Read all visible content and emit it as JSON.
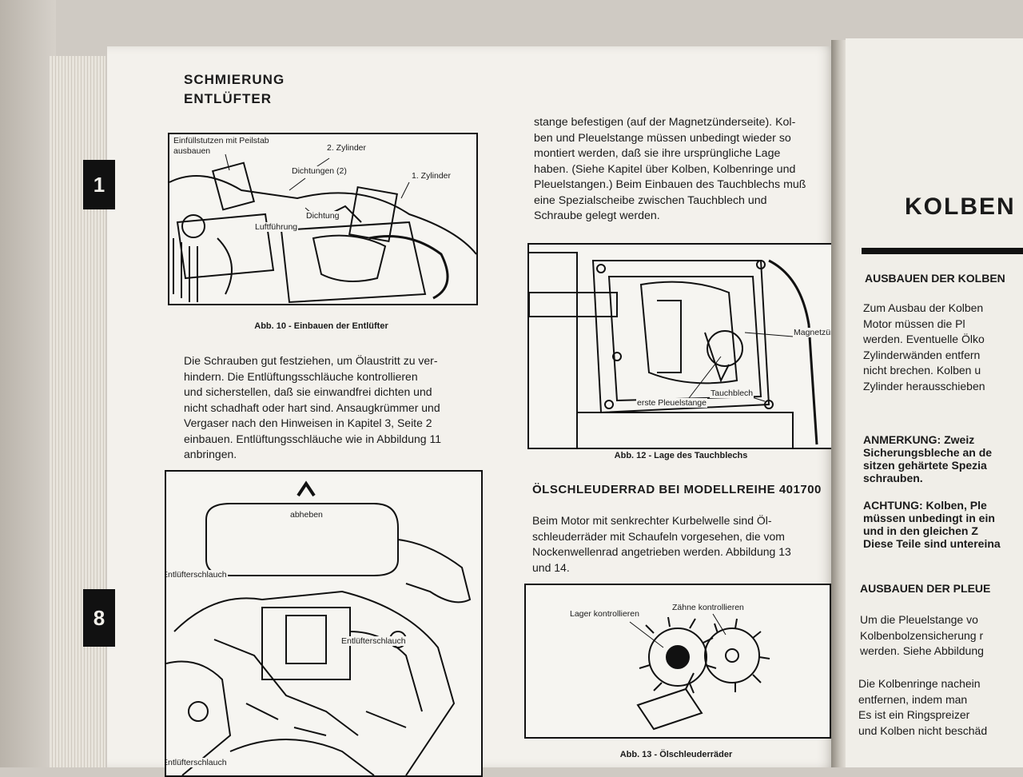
{
  "tabs": {
    "top": "1",
    "bottom": "8"
  },
  "left_column": {
    "heading_line1": "SCHMIERUNG",
    "heading_line2": "ENTLÜFTER",
    "fig10": {
      "labels": [
        "Einfüllstutzen mit Peilstab",
        "ausbauen",
        "2. Zylinder",
        "Dichtungen (2)",
        "1. Zylinder",
        "Dichtung",
        "Luftführung"
      ],
      "caption": "Abb. 10 - Einbauen der Entlüfter"
    },
    "paragraph": [
      "Die Schrauben gut festziehen, um Ölaustritt zu ver-",
      "hindern. Die Entlüftungsschläuche kontrollieren",
      "und sicherstellen, daß sie einwandfrei dichten und",
      "nicht schadhaft oder hart sind. Ansaugkrümmer und",
      "Vergaser nach den Hinweisen in Kapitel 3, Seite 2",
      "einbauen. Entlüftungsschläuche wie in Abbildung 11",
      "anbringen."
    ],
    "fig11": {
      "labels": [
        "abheben",
        "Entlüfterschlauch",
        "Entlüfterschlauch",
        "Entlüfterschlauch"
      ]
    }
  },
  "right_column": {
    "paragraph": [
      "stange befestigen (auf der Magnetzünderseite). Kol-",
      "ben und Pleuelstange müssen unbedingt wieder so",
      "montiert werden, daß sie ihre ursprüngliche Lage",
      "haben. (Siehe Kapitel über Kolben, Kolbenringe und",
      "Pleuelstangen.) Beim Einbauen des Tauchblechs muß",
      "eine Spezialscheibe zwischen Tauchblech und",
      "Schraube gelegt werden."
    ],
    "fig12": {
      "labels": [
        "Magnetzünderseite",
        "Tauchblech",
        "erste Pleuelstange"
      ],
      "caption": "Abb. 12 - Lage des Tauchblechs"
    },
    "subheading": "ÖLSCHLEUDERRAD BEI MODELLREIHE 401700",
    "paragraph2": [
      "Beim Motor mit senkrechter Kurbelwelle sind Öl-",
      "schleuderräder mit Schaufeln vorgesehen, die vom",
      "Nockenwellenrad angetrieben werden. Abbildung 13",
      "und 14."
    ],
    "fig13": {
      "labels": [
        "Zähne kontrollieren",
        "Lager kontrollieren"
      ],
      "caption": "Abb. 13 - Ölschleuderräder"
    }
  },
  "next_page": {
    "title": "KOLBEN",
    "section1": "AUSBAUEN DER KOLBEN",
    "text1": [
      "Zum Ausbau der Kolben",
      "Motor müssen die Pl",
      "werden. Eventuelle Ölko",
      "Zylinderwänden entfern",
      "nicht brechen. Kolben u",
      "Zylinder herausschieben"
    ],
    "note": [
      "ANMERKUNG: Zweiz",
      "Sicherungsbleche an de",
      "sitzen gehärtete Spezia",
      "schrauben."
    ],
    "warning": [
      "ACHTUNG: Kolben, Ple",
      "müssen unbedingt in ein",
      "und in den gleichen Z",
      "Diese Teile sind untereina"
    ],
    "section2": "AUSBAUEN DER PLEUE",
    "text2": [
      "Um die Pleuelstange vo",
      "Kolbenbolzensicherung r",
      "werden. Siehe Abbildung"
    ],
    "text3": [
      "Die Kolbenringe nachein",
      "entfernen, indem man",
      "Es ist ein Ringspreizer",
      "und Kolben nicht beschäd"
    ]
  }
}
